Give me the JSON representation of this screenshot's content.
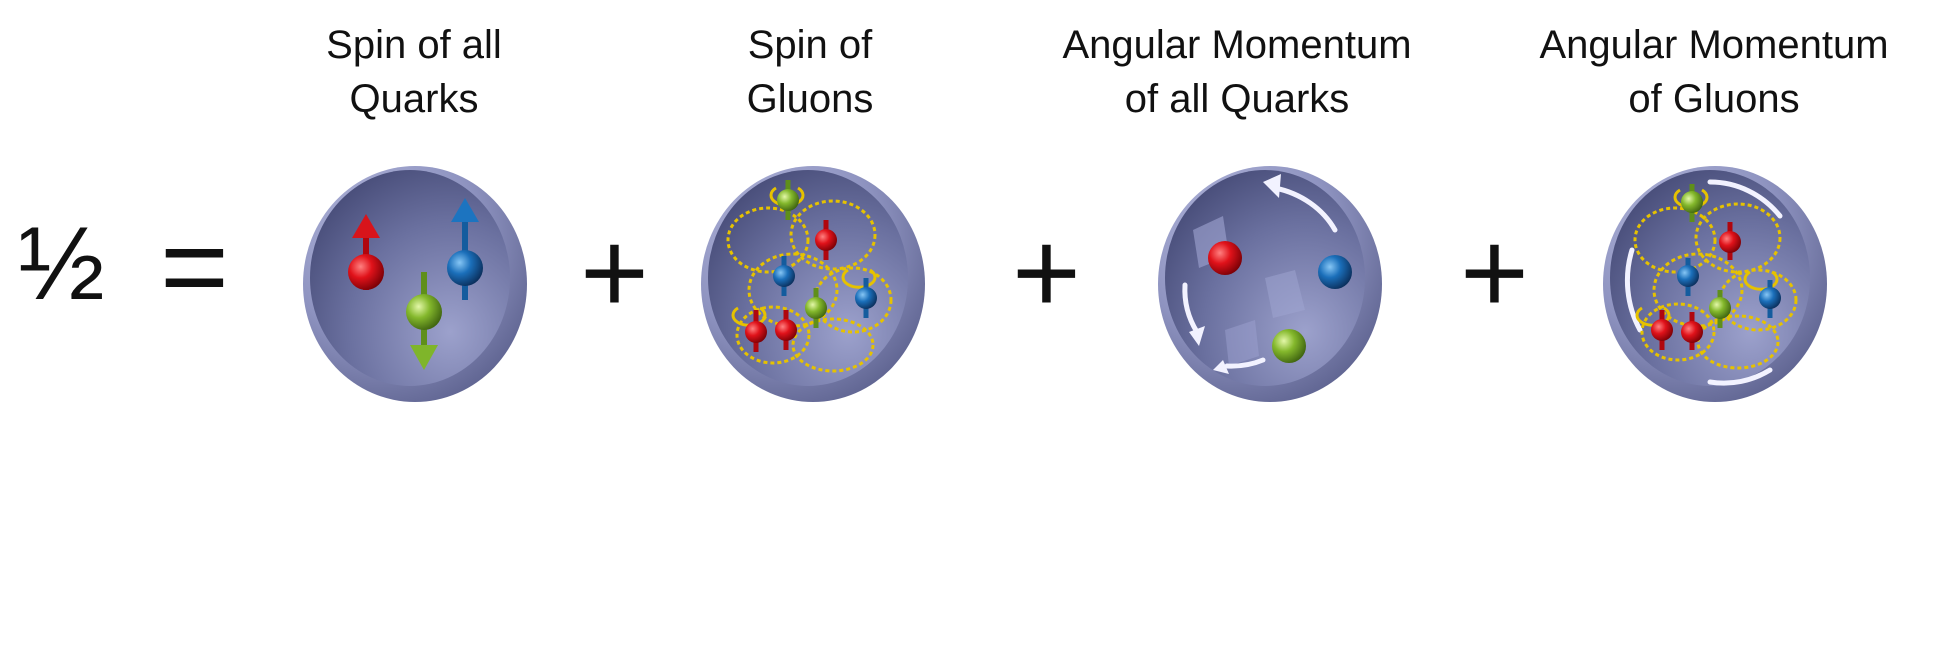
{
  "equation": {
    "lhs": "½",
    "equals": "=",
    "operators": [
      "+",
      "+",
      "+"
    ]
  },
  "terms": [
    {
      "label_lines": [
        "Spin of all",
        "Quarks"
      ],
      "illustration": "quark-spin-sphere"
    },
    {
      "label_lines": [
        "Spin of",
        "Gluons"
      ],
      "illustration": "gluon-spin-sphere"
    },
    {
      "label_lines": [
        "Angular Momentum",
        "of all Quarks"
      ],
      "illustration": "quark-orbital-sphere"
    },
    {
      "label_lines": [
        "Angular Momentum",
        "of Gluons"
      ],
      "illustration": "gluon-orbital-sphere"
    }
  ],
  "colors": {
    "sphere_rim": "#8e93c0",
    "sphere_inner": "#5f6594",
    "quark_red": "#d8141b",
    "quark_green": "#7fb52a",
    "quark_blue": "#1c74c0",
    "gluon_gold": "#e6c200",
    "text": "#111111"
  }
}
